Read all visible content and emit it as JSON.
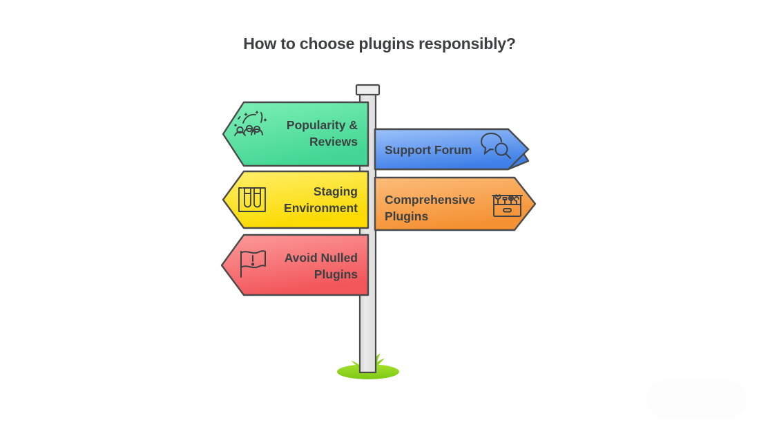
{
  "page": {
    "title": "How to choose plugins responsibly?",
    "background_color": "#ffffff",
    "text_color": "#3c4043",
    "outline_color": "#4a4a4a"
  },
  "signpost": {
    "post": {
      "name": "signpost-post",
      "fill": "#e6e6e6",
      "cap_fill": "#efefef"
    },
    "grass": {
      "name": "grass-mound",
      "fill": "#8fd71f"
    },
    "signs": [
      {
        "id": "popularity-reviews",
        "label": "Popularity &\nReviews",
        "direction": "left",
        "icon": "crowd-confetti-icon",
        "color_light": "#7ef0b6",
        "color_dark": "#43d694",
        "align": "right"
      },
      {
        "id": "support-forum",
        "label": "Support Forum",
        "direction": "right",
        "icon": "speech-bubble-search-icon",
        "color_light": "#9dc2fa",
        "color_dark": "#3f80e8",
        "align": "left"
      },
      {
        "id": "staging-environment",
        "label": "Staging\nEnvironment",
        "direction": "left",
        "icon": "test-tubes-icon",
        "color_light": "#ffef6b",
        "color_dark": "#fada00",
        "align": "right"
      },
      {
        "id": "comprehensive-plugins",
        "label": "Comprehensive\nPlugins",
        "direction": "right",
        "icon": "toolbox-icon",
        "color_light": "#fcb濃",
        "color_dark": "#f49132",
        "align": "left"
      },
      {
        "id": "avoid-nulled-plugins",
        "label": "Avoid Nulled\nPlugins",
        "direction": "left",
        "icon": "warning-flag-icon",
        "color_light": "#fc9c9c",
        "color_dark": "#f2565a",
        "align": "right"
      }
    ]
  }
}
